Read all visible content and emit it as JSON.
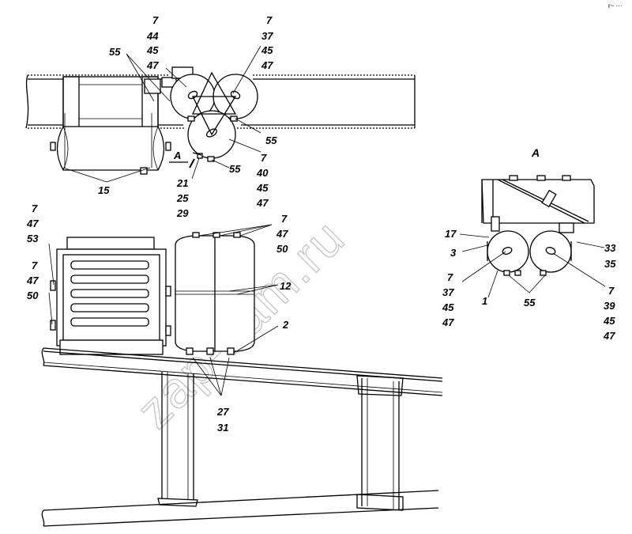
{
  "watermark": "zap-kam.ru",
  "corner_mark": "r~ ···",
  "view_marker": "A",
  "labels": {
    "top_left_7": "7",
    "top_left_44": "44",
    "top_left_45": "45",
    "top_left_47": "47",
    "top_right_7": "7",
    "top_right_37": "37",
    "top_right_45": "45",
    "top_right_47": "47",
    "l55_top": "55",
    "l55_mid": "55",
    "l55_low": "55",
    "l7_40_a": "7",
    "l40": "40",
    "l40_45": "45",
    "l40_47": "47",
    "view_a_arrow": "A",
    "l21": "21",
    "l25": "25",
    "l29": "29",
    "l15": "15",
    "ml_7a": "7",
    "ml_47a": "47",
    "ml_53": "53",
    "ml_7b": "7",
    "ml_47b": "47",
    "ml_50b": "50",
    "mc_7": "7",
    "mc_47": "47",
    "mc_50": "50",
    "l12": "12",
    "l2": "2",
    "l27": "27",
    "l31": "31",
    "va_title": "A",
    "va_17": "17",
    "va_3": "3",
    "va_33": "33",
    "va_35": "35",
    "va_l7": "7",
    "va_l37": "37",
    "va_l45": "45",
    "va_l47": "47",
    "va_1": "1",
    "va_55": "55",
    "va_r7": "7",
    "va_r39": "39",
    "va_r45": "45",
    "va_r47": "47"
  }
}
